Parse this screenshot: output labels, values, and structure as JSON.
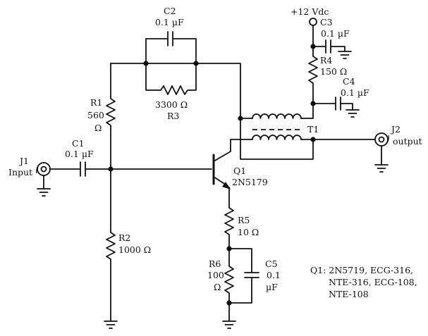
{
  "supply": "+12 Vdc",
  "j1": {
    "name": "J1",
    "label": "Input"
  },
  "j2": {
    "name": "J2",
    "label": "output"
  },
  "c1": {
    "name": "C1",
    "value": "0.1 µF"
  },
  "c2": {
    "name": "C2",
    "value": "0.1 µF"
  },
  "c3": {
    "name": "C3",
    "value": "0.1 µF"
  },
  "c4": {
    "name": "C4",
    "value": "0.1 µF"
  },
  "c5": {
    "name": "C5",
    "value_line1": "0.1",
    "value_line2": "µF"
  },
  "r1": {
    "name": "R1",
    "value_line1": "560",
    "value_line2": "Ω"
  },
  "r2": {
    "name": "R2",
    "value": "1000 Ω"
  },
  "r3": {
    "name": "R3",
    "value": "3300 Ω"
  },
  "r4": {
    "name": "R4",
    "value": "150 Ω"
  },
  "r5": {
    "name": "R5",
    "value": "10 Ω"
  },
  "r6": {
    "name": "R6",
    "value_line1": "100",
    "value_line2": "Ω"
  },
  "t1": {
    "name": "T1"
  },
  "q1": {
    "name": "Q1",
    "part": "2N5179"
  },
  "note": {
    "lines": [
      "Q1: 2N5719, ECG-316,",
      "NTE-316, ECG-108,",
      "NTE-108"
    ]
  }
}
